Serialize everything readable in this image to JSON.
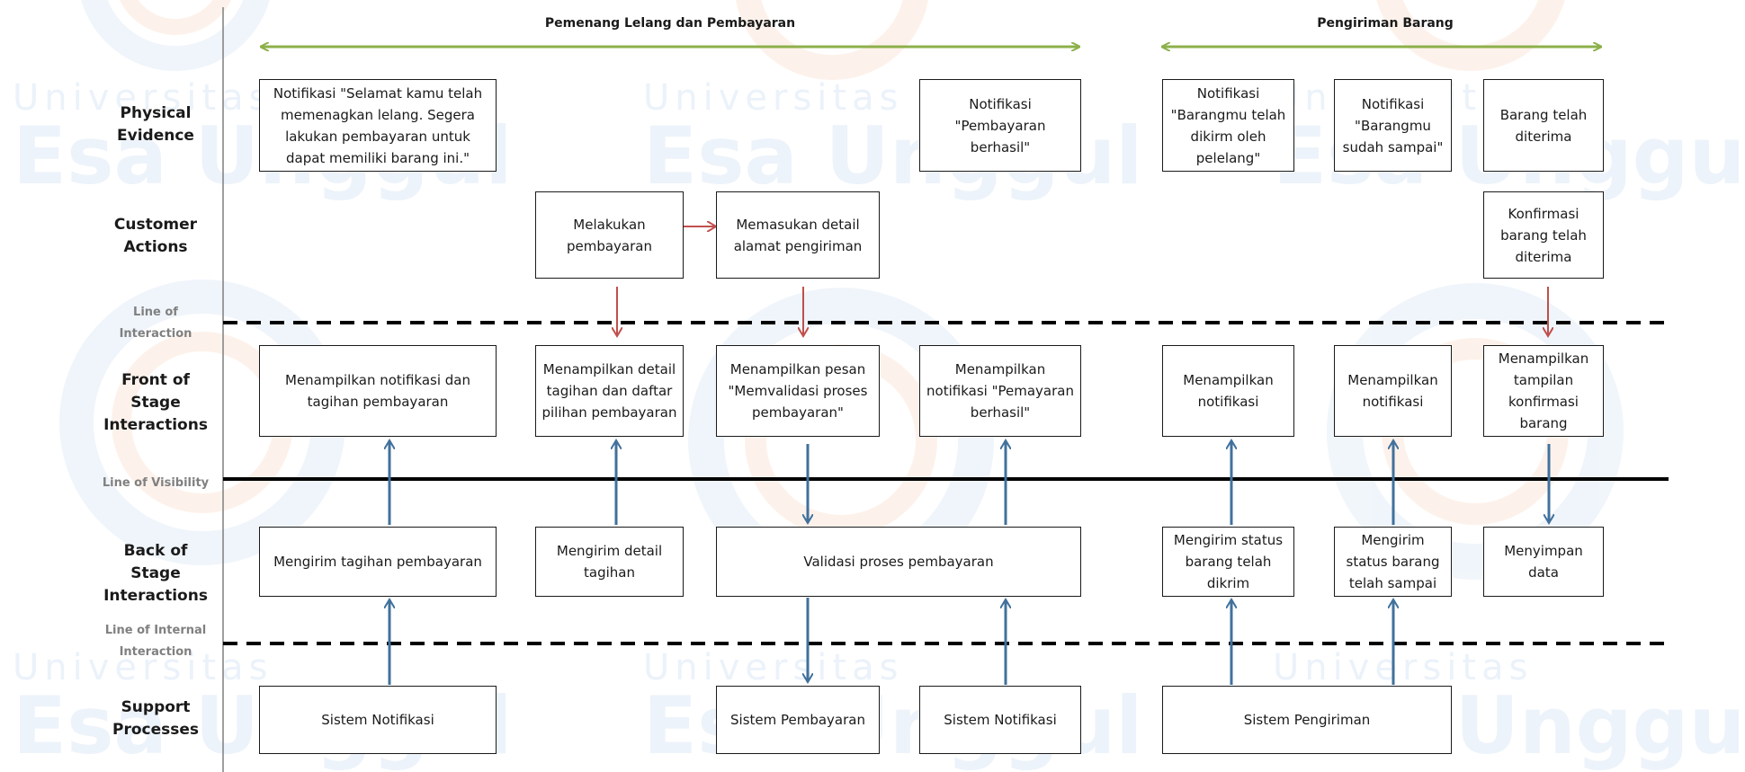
{
  "watermark": {
    "line1": "Universitas",
    "line2": "Esa Unggul"
  },
  "phases": {
    "payment": "Pemenang Lelang dan Pembayaran",
    "shipping": "Pengiriman Barang"
  },
  "rows": {
    "physical": "Physical\nEvidence",
    "customer": "Customer\nActions",
    "front": "Front of Stage\nInteractions",
    "back": "Back of Stage\nInteractions",
    "support": "Support\nProcesses"
  },
  "lines": {
    "interaction": "Line of Interaction",
    "visibility": "Line of Visibility",
    "internal": "Line of Internal\nInteraction"
  },
  "physical": {
    "pe1": "Notifikasi \"Selamat kamu telah memenagkan lelang. Segera lakukan pembayaran untuk dapat memiliki barang ini.\"",
    "pe2": "Notifikasi \"Pembayaran berhasil\"",
    "pe3": "Notifikasi \"Barangmu telah dikirm oleh pelelang\"",
    "pe4": "Notifikasi \"Barangmu sudah sampai\"",
    "pe5": "Barang telah diterima"
  },
  "customer": {
    "ca1": "Melakukan pembayaran",
    "ca2": "Memasukan detail alamat pengiriman",
    "ca3": "Konfirmasi barang telah diterima"
  },
  "front": {
    "fs1": "Menampilkan notifikasi dan tagihan pembayaran",
    "fs2": "Menampilkan detail tagihan dan daftar pilihan pembayaran",
    "fs3": "Menampilkan pesan \"Memvalidasi proses pembayaran\"",
    "fs4": "Menampilkan notifikasi \"Pemayaran berhasil\"",
    "fs5": "Menampilkan notifikasi",
    "fs6": "Menampilkan notifikasi",
    "fs7": "Menampilkan tampilan konfirmasi barang"
  },
  "back": {
    "bs1": "Mengirim tagihan pembayaran",
    "bs2": "Mengirim detail tagihan",
    "bs3": "Validasi proses pembayaran",
    "bs4": "Mengirim status barang telah dikrim",
    "bs5": "Mengirim status barang telah sampai",
    "bs6": "Menyimpan data"
  },
  "support": {
    "sp1": "Sistem Notifikasi",
    "sp2": "Sistem Pembayaran",
    "sp3": "Sistem Notifikasi",
    "sp4": "Sistem Pengiriman"
  },
  "colors": {
    "phase_arrow": "#8cb04a",
    "customer_arrow": "#c0504d",
    "flow_arrow": "#41719c",
    "watermark_blue": "#dfeaf7",
    "watermark_orange": "#fbe3d3"
  }
}
